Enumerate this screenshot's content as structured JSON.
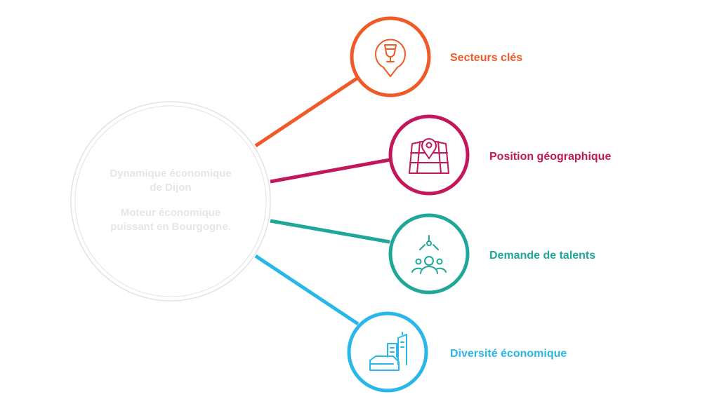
{
  "center": {
    "title_line1": "Dynamique économique",
    "title_line2": "de Dijon",
    "desc_line1": "Moteur économique",
    "desc_line2": "puissant en Bourgogne.",
    "ring_color": "#e2e2e6",
    "text_color": "#e6e6ea"
  },
  "nodes": [
    {
      "label": "Secteurs clés",
      "color": "#f05a28",
      "icon": "wine-glass-pin-icon"
    },
    {
      "label": "Position géographique",
      "color": "#c2185b",
      "icon": "map-pin-icon"
    },
    {
      "label": "Demande de talents",
      "color": "#1fa89a",
      "icon": "talent-claw-icon"
    },
    {
      "label": "Diversité économique",
      "color": "#29b6e8",
      "icon": "buildings-icon"
    }
  ]
}
